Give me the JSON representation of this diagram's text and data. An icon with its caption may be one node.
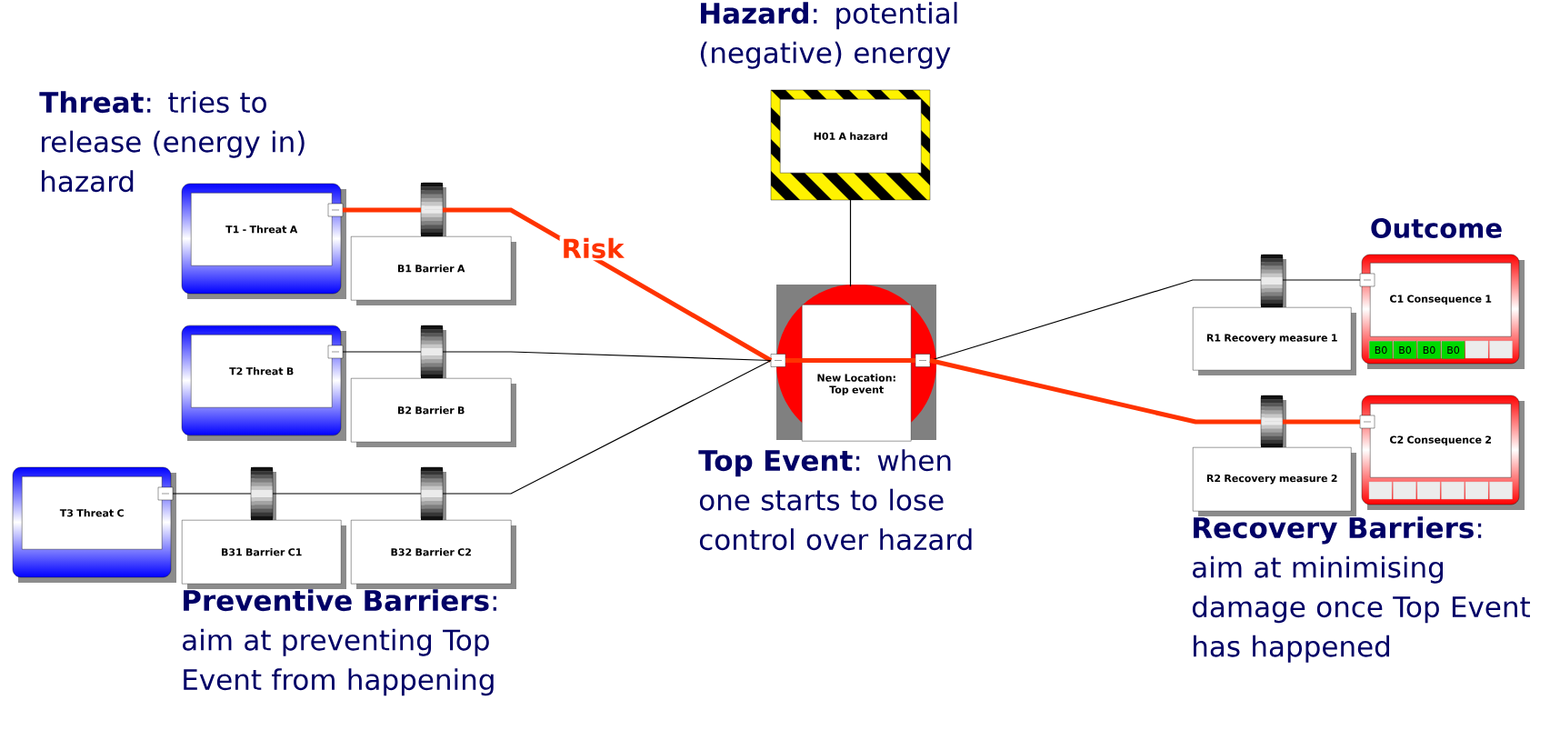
{
  "diagram": {
    "nodes": [
      {
        "text": [
          "T1 - Threat A"
        ]
      },
      {
        "text": [
          "B1 Barrier A"
        ]
      },
      {
        "text": [
          "T2 Threat B"
        ]
      },
      {
        "text": [
          "B2 Barrier B"
        ]
      },
      {
        "text": [
          "T3 Threat C"
        ]
      },
      {
        "text": [
          "B31 Barrier C1"
        ]
      },
      {
        "text": [
          "B32 Barrier C2"
        ]
      },
      {
        "text": [
          "H01 A hazard"
        ]
      },
      {
        "text": [
          "New Location: Top event"
        ]
      },
      {
        "text": [
          "R1 Recovery measure 1"
        ]
      },
      {
        "text": [
          "C1 Consequence 1"
        ]
      },
      {
        "text": [
          "R2 Recovery measure 2"
        ]
      },
      {
        "text": [
          "C2 Consequence 2"
        ]
      }
    ],
    "edges": [
      {
        "from": 0,
        "to": 1,
        "arrow": "none",
        "style": "thick",
        "color": "#ff3300"
      },
      {
        "from": 1,
        "to": 8,
        "arrow": "none",
        "style": "thick",
        "color": "#ff3300",
        "label": "Risk"
      },
      {
        "from": 2,
        "to": 3,
        "arrow": "none"
      },
      {
        "from": 3,
        "to": 8,
        "arrow": "none"
      },
      {
        "from": 4,
        "to": 5,
        "arrow": "none"
      },
      {
        "from": 5,
        "to": 6,
        "arrow": "none"
      },
      {
        "from": 6,
        "to": 8,
        "arrow": "none"
      },
      {
        "from": 7,
        "to": 8,
        "arrow": "none"
      },
      {
        "from": 8,
        "to": 9,
        "arrow": "none"
      },
      {
        "from": 9,
        "to": 10,
        "arrow": "none"
      },
      {
        "from": 8,
        "to": 11,
        "arrow": "none",
        "style": "thick",
        "color": "#ff3300"
      },
      {
        "from": 11,
        "to": 12,
        "arrow": "none",
        "style": "thick",
        "color": "#ff3300"
      }
    ],
    "labels": [
      "**Hazard**: potential (negative) energy",
      "**Threat**: tries to release (energy in) hazard",
      "Outcome",
      "B0",
      "B0",
      "B0",
      "B0",
      "**Top Event**: when one starts to lose control over hazard",
      "**Preventive Barriers**: aim at preventing Top Event from happening",
      "**Recovery Barriers**: aim at minimising damage once Top Event has happened"
    ]
  }
}
